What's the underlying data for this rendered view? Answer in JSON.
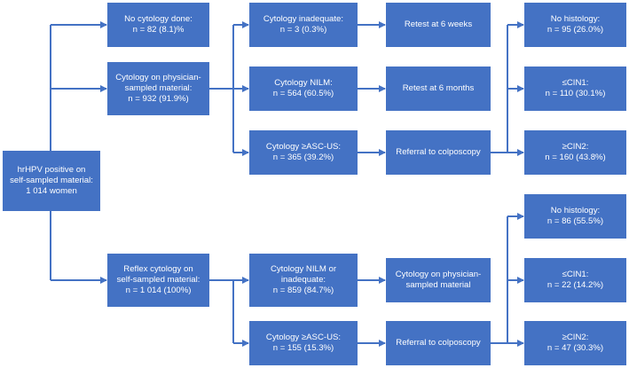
{
  "nodes": {
    "root": {
      "lines": [
        "hrHPV positive on",
        "self-sampled material:",
        "1 014 women"
      ]
    },
    "no_cyto": {
      "lines": [
        "No cytology done:",
        "n = 82 (8.1)%"
      ]
    },
    "cyto_phys": {
      "lines": [
        "Cytology on physician-",
        "sampled material:",
        "n = 932 (91.9%)"
      ]
    },
    "reflex": {
      "lines": [
        "Reflex cytology on",
        "self-sampled material:",
        "n = 1 014 (100%)"
      ]
    },
    "inadequate": {
      "lines": [
        "Cytology inadequate:",
        "n = 3 (0.3%)"
      ]
    },
    "nilm": {
      "lines": [
        "Cytology NILM:",
        "n = 564 (60.5%)"
      ]
    },
    "ascus_a": {
      "lines": [
        "Cytology ≥ASC-US:",
        "n = 365 (39.2%)"
      ]
    },
    "nilm_inad": {
      "lines": [
        "Cytology NILM or",
        "inadequate:",
        "n = 859 (84.7%)"
      ]
    },
    "ascus_b": {
      "lines": [
        "Cytology ≥ASC-US:",
        "n = 155 (15.3%)"
      ]
    },
    "retest6w": {
      "lines": [
        "Retest at 6 weeks"
      ]
    },
    "retest6m": {
      "lines": [
        "Retest at 6 months"
      ]
    },
    "colpo_a": {
      "lines": [
        "Referral to colposcopy"
      ]
    },
    "cyto_phys2": {
      "lines": [
        "Cytology on physician-",
        "sampled material"
      ]
    },
    "colpo_b": {
      "lines": [
        "Referral to colposcopy"
      ]
    },
    "nohist_a": {
      "lines": [
        "No histology:",
        "n = 95 (26.0%)"
      ]
    },
    "cin1_a": {
      "lines": [
        "≤CIN1:",
        "n = 110 (30.1%)"
      ]
    },
    "cin2_a": {
      "lines": [
        "≥CIN2:",
        "n = 160 (43.8%)"
      ]
    },
    "nohist_b": {
      "lines": [
        "No histology:",
        "n = 86 (55.5%)"
      ]
    },
    "cin1_b": {
      "lines": [
        "≤CIN1:",
        "n = 22 (14.2%)"
      ]
    },
    "cin2_b": {
      "lines": [
        "≥CIN2:",
        "n = 47 (30.3%)"
      ]
    }
  },
  "colors": {
    "box": "#4472c4",
    "line": "#4472c4",
    "text": "#ffffff"
  }
}
